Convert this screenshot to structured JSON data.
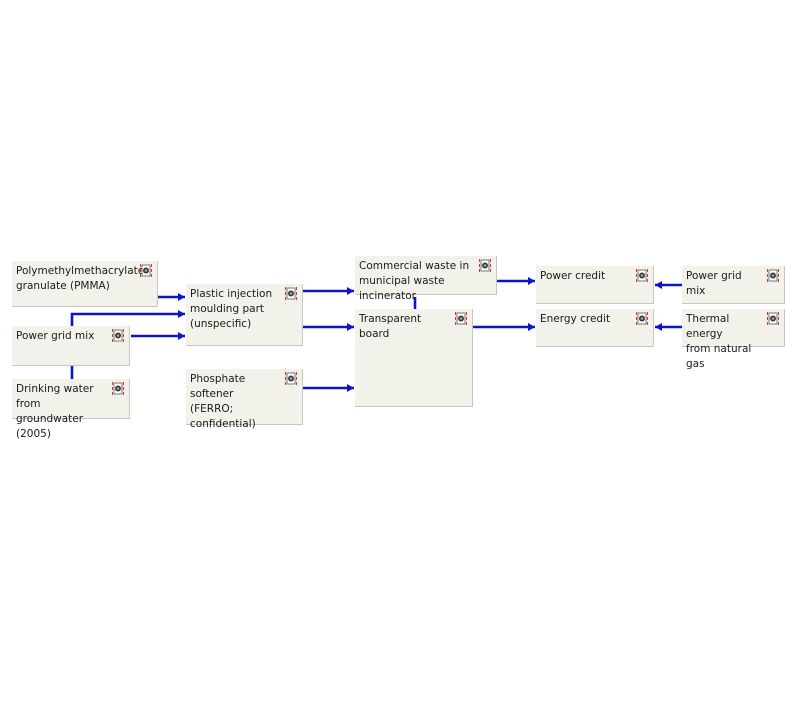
{
  "diagram": {
    "nodes": [
      {
        "id": "pmma",
        "label": "Polymethylmethacrylate\ngranulate (PMMA)",
        "icon": "process-icon"
      },
      {
        "id": "grid1",
        "label": "Power grid mix",
        "icon": "process-icon"
      },
      {
        "id": "water",
        "label": "Drinking water from\ngroundwater (2005)",
        "icon": "process-icon"
      },
      {
        "id": "injection",
        "label": "Plastic injection\nmoulding part\n(unspecific)",
        "icon": "process-icon"
      },
      {
        "id": "phosphate",
        "label": "Phosphate softener\n(FERRO; confidential)",
        "icon": "process-icon"
      },
      {
        "id": "waste",
        "label": "Commercial waste in\nmunicipal waste incinerator",
        "icon": "process-icon"
      },
      {
        "id": "board",
        "label": "Transparent board",
        "icon": "process-icon"
      },
      {
        "id": "powercredit",
        "label": "Power credit",
        "icon": "process-icon"
      },
      {
        "id": "energycredit",
        "label": "Energy credit",
        "icon": "process-icon"
      },
      {
        "id": "grid2",
        "label": "Power grid mix",
        "icon": "process-icon"
      },
      {
        "id": "thermal",
        "label": "Thermal energy\nfrom natural gas",
        "icon": "process-icon"
      }
    ],
    "edges": [
      {
        "from": "pmma",
        "to": "injection",
        "arrow": true
      },
      {
        "from": "grid1",
        "to": "injection",
        "arrow": true
      },
      {
        "from": "grid1",
        "to": "injection",
        "arrow": true
      },
      {
        "from": "water",
        "to": "grid1",
        "arrow": false
      },
      {
        "from": "injection",
        "to": "waste",
        "arrow": true
      },
      {
        "from": "injection",
        "to": "board",
        "arrow": true
      },
      {
        "from": "phosphate",
        "to": "board",
        "arrow": true
      },
      {
        "from": "waste",
        "to": "board",
        "arrow": false
      },
      {
        "from": "waste",
        "to": "powercredit",
        "arrow": true
      },
      {
        "from": "board",
        "to": "energycredit",
        "arrow": true
      },
      {
        "from": "grid2",
        "to": "powercredit",
        "arrow": true
      },
      {
        "from": "thermal",
        "to": "energycredit",
        "arrow": true
      }
    ],
    "colors": {
      "edge": "#0c13c9",
      "node_fill": "#f3f2ea",
      "badge_border": "#dd3333"
    }
  }
}
